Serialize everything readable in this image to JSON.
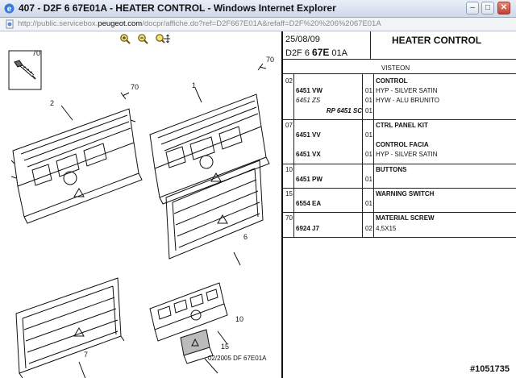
{
  "window": {
    "title": "407 - D2F 6 67E01A - HEATER CONTROL - Windows Internet Explorer",
    "minimize_label": "–",
    "maximize_label": "□",
    "close_label": "✕"
  },
  "address": {
    "url_prefix": "http://public.servicebox.",
    "url_domain": "peugeot.com",
    "url_suffix": "/docpr/affiche.do?ref=D2F667E01A&refaff=D2F%20%206%2067E01A"
  },
  "diagram": {
    "part_callouts": [
      "70",
      "70",
      "70",
      "1",
      "2",
      "6",
      "7",
      "10",
      "15"
    ],
    "footer": "02/2005   DF 67E01A"
  },
  "header": {
    "date": "25/08/09",
    "ref_prefix": "D2F 6 ",
    "ref_bold": "67E",
    "ref_suffix": " 01A",
    "title": "HEATER CONTROL",
    "supplier": "VISTEON"
  },
  "parts": [
    {
      "ref": "02",
      "lines": [
        {
          "code": "",
          "code_style": "",
          "qty": "",
          "desc": "CONTROL",
          "desc_bold": true
        },
        {
          "code": "6451 VW",
          "code_style": "bold",
          "qty": "01",
          "desc": "HYP - SILVER SATIN",
          "desc_bold": false
        },
        {
          "code": "6451 ZS",
          "code_style": "italic",
          "qty": "01",
          "desc": "HYW - ALU BRUNITO",
          "desc_bold": false
        },
        {
          "code": "RP 6451 SC",
          "code_style": "bold-italic-right",
          "qty": "01",
          "desc": "",
          "desc_bold": false
        }
      ]
    },
    {
      "ref": "07",
      "lines": [
        {
          "code": "",
          "code_style": "",
          "qty": "",
          "desc": "CTRL PANEL KIT",
          "desc_bold": true
        },
        {
          "code": "6451 VV",
          "code_style": "bold",
          "qty": "01",
          "desc": "",
          "desc_bold": false
        },
        {
          "code": "",
          "code_style": "",
          "qty": "",
          "desc": "CONTROL FACIA",
          "desc_bold": true
        },
        {
          "code": "6451 VX",
          "code_style": "bold",
          "qty": "01",
          "desc": "HYP - SILVER SATIN",
          "desc_bold": false
        }
      ]
    },
    {
      "ref": "10",
      "lines": [
        {
          "code": "",
          "code_style": "",
          "qty": "",
          "desc": "BUTTONS",
          "desc_bold": true
        },
        {
          "code": "6451 PW",
          "code_style": "bold",
          "qty": "01",
          "desc": "",
          "desc_bold": false
        }
      ]
    },
    {
      "ref": "15",
      "lines": [
        {
          "code": "",
          "code_style": "",
          "qty": "",
          "desc": "WARNING SWITCH",
          "desc_bold": true
        },
        {
          "code": "6554 EA",
          "code_style": "bold",
          "qty": "01",
          "desc": "",
          "desc_bold": false
        }
      ]
    },
    {
      "ref": "70",
      "lines": [
        {
          "code": "",
          "code_style": "",
          "qty": "",
          "desc": "MATERIAL SCREW",
          "desc_bold": true
        },
        {
          "code": "6924 J7",
          "code_style": "bold",
          "qty": "02",
          "desc": "4,5X15",
          "desc_bold": false
        }
      ]
    }
  ],
  "watermark": "#1051735"
}
